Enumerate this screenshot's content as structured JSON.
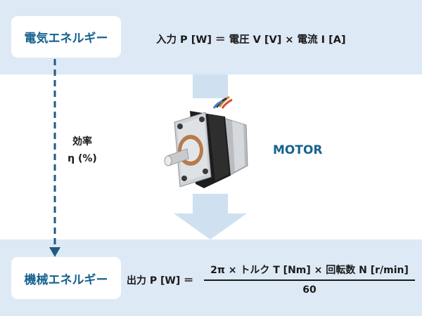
{
  "electric": {
    "label": "電気エネルギー"
  },
  "mechanical": {
    "label": "機械エネルギー"
  },
  "input_formula": "入力 P [W] ＝ 電圧 V [V] × 電流 I [A]",
  "efficiency": {
    "line1": "効率",
    "line2": "η (%)"
  },
  "motor": {
    "label": "MOTOR"
  },
  "output_formula": {
    "prefix": "出力 P [W] ＝",
    "numerator": "2π × トルク T [Nm] × 回転数 N [r/min]",
    "denominator": "60"
  },
  "colors": {
    "accent": "#17628f",
    "band": "#dde9f5",
    "arrow": "#cfe0f1",
    "dashed_arrow": "#1f5a80"
  }
}
